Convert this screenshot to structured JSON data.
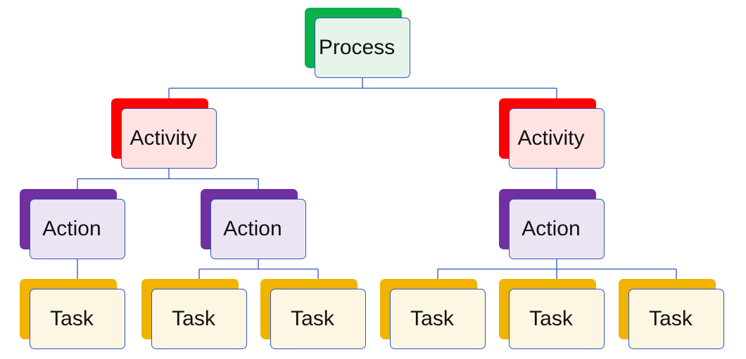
{
  "colors": {
    "process": {
      "back": "#0bb14a",
      "front": "#e6f4ea"
    },
    "activity": {
      "back": "#ff0000",
      "front": "#ffe3e3"
    },
    "action": {
      "back": "#7030a0",
      "front": "#ede4f3"
    },
    "task": {
      "back": "#f0b400",
      "front": "#fdf6e3"
    },
    "connector": "#2f55c4"
  },
  "nodes": {
    "process": {
      "label": "Process",
      "kind": "process"
    },
    "activity_1": {
      "label": "Activity",
      "kind": "activity"
    },
    "activity_2": {
      "label": "Activity",
      "kind": "activity"
    },
    "action_1": {
      "label": "Action",
      "kind": "action"
    },
    "action_2": {
      "label": "Action",
      "kind": "action"
    },
    "action_3": {
      "label": "Action",
      "kind": "action"
    },
    "task_1": {
      "label": "Task",
      "kind": "task"
    },
    "task_2": {
      "label": "Task",
      "kind": "task"
    },
    "task_3": {
      "label": "Task",
      "kind": "task"
    },
    "task_4": {
      "label": "Task",
      "kind": "task"
    },
    "task_5": {
      "label": "Task",
      "kind": "task"
    },
    "task_6": {
      "label": "Task",
      "kind": "task"
    }
  },
  "edges": [
    [
      "process",
      "activity_1"
    ],
    [
      "process",
      "activity_2"
    ],
    [
      "activity_1",
      "action_1"
    ],
    [
      "activity_1",
      "action_2"
    ],
    [
      "activity_2",
      "action_3"
    ],
    [
      "action_1",
      "task_1"
    ],
    [
      "action_2",
      "task_2"
    ],
    [
      "action_2",
      "task_3"
    ],
    [
      "action_3",
      "task_4"
    ],
    [
      "action_3",
      "task_5"
    ],
    [
      "action_3",
      "task_6"
    ]
  ]
}
